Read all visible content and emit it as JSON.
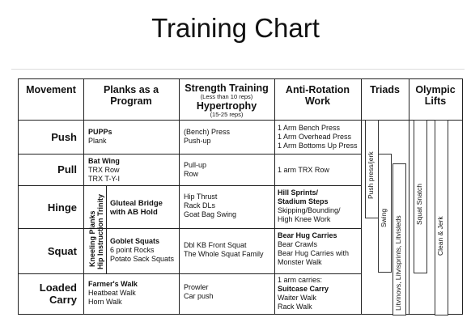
{
  "title": "Training Chart",
  "headers": {
    "movement": "Movement",
    "planks": "Planks as a Program",
    "strength": "Strength Training",
    "strength_sub": "(Less than 10 reps)",
    "hypertrophy": "Hypertrophy",
    "hypertrophy_sub": "(15-25 reps)",
    "anti_rotation": "Anti-Rotation Work",
    "triads": "Triads",
    "olympic": "Olympic Lifts"
  },
  "rows": [
    {
      "movement": "Push",
      "planks": [
        {
          "t": "PUPPs",
          "b": true
        },
        {
          "t": "Plank",
          "b": false
        }
      ],
      "strength": [
        {
          "t": "(Bench) Press",
          "b": false
        },
        {
          "t": "Push-up",
          "b": false
        }
      ],
      "anti": [
        {
          "t": "1 Arm Bench Press",
          "b": false
        },
        {
          "t": "1 Arm Overhead Press",
          "b": false
        },
        {
          "t": "1 Arm Bottoms Up Press",
          "b": false
        }
      ]
    },
    {
      "movement": "Pull",
      "planks": [
        {
          "t": "Bat Wing",
          "b": true
        },
        {
          "t": "TRX Row",
          "b": false
        },
        {
          "t": "TRX T-Y-I",
          "b": false
        }
      ],
      "strength": [
        {
          "t": "Pull-up",
          "b": false
        },
        {
          "t": "Row",
          "b": false
        }
      ],
      "anti": [
        {
          "t": "1 arm TRX Row",
          "b": false
        }
      ]
    },
    {
      "movement": "Hinge",
      "planks": [
        {
          "t": "Gluteal Bridge",
          "b": true
        },
        {
          "t": "with AB Hold",
          "b": true
        }
      ],
      "strength": [
        {
          "t": "Hip Thrust",
          "b": false
        },
        {
          "t": "Rack DLs",
          "b": false
        },
        {
          "t": "Goat Bag Swing",
          "b": false
        }
      ],
      "anti": [
        {
          "t": "Hill Sprints/",
          "b": true
        },
        {
          "t": "Stadium Steps",
          "b": true
        },
        {
          "t": "Skipping/Bounding/",
          "b": false
        },
        {
          "t": "High Knee Work",
          "b": false
        }
      ]
    },
    {
      "movement": "Squat",
      "planks": [
        {
          "t": "Goblet Squats",
          "b": true
        },
        {
          "t": "6 point Rocks",
          "b": false
        },
        {
          "t": "Potato Sack Squats",
          "b": false
        }
      ],
      "strength": [
        {
          "t": "Dbl KB Front Squat",
          "b": false
        },
        {
          "t": "The Whole Squat Family",
          "b": false
        }
      ],
      "anti": [
        {
          "t": "Bear Hug Carries",
          "b": true
        },
        {
          "t": "Bear Crawls",
          "b": false
        },
        {
          "t": "Bear Hug Carries with",
          "b": false
        },
        {
          "t": "Monster Walk",
          "b": false
        }
      ]
    },
    {
      "movement": "Loaded Carry",
      "movement_lines": [
        "Loaded",
        "Carry"
      ],
      "planks": [
        {
          "t": "Farmer's Walk",
          "b": true
        },
        {
          "t": "Heatbeat Walk",
          "b": false
        },
        {
          "t": "Horn Walk",
          "b": false
        }
      ],
      "strength": [
        {
          "t": "Prowler",
          "b": false
        },
        {
          "t": "Car push",
          "b": false
        }
      ],
      "anti": [
        {
          "t": "1 arm carries:",
          "b": false
        },
        {
          "t": "Suitcase Carry",
          "b": true
        },
        {
          "t": "Waiter Walk",
          "b": false
        },
        {
          "t": "Rack Walk",
          "b": false
        }
      ]
    }
  ],
  "vertical_labels": {
    "kneeling_planks": "Kneeling Planks",
    "hip_instruction": "Hip Instruction Trinity",
    "push_press": "Push press/jerk",
    "swing": "Swing",
    "litvinovs": "Litvinovs, Litvisprints, Litvisleds",
    "squat_snatch": "Squat Snatch",
    "clean_jerk": "Clean & Jerk"
  }
}
